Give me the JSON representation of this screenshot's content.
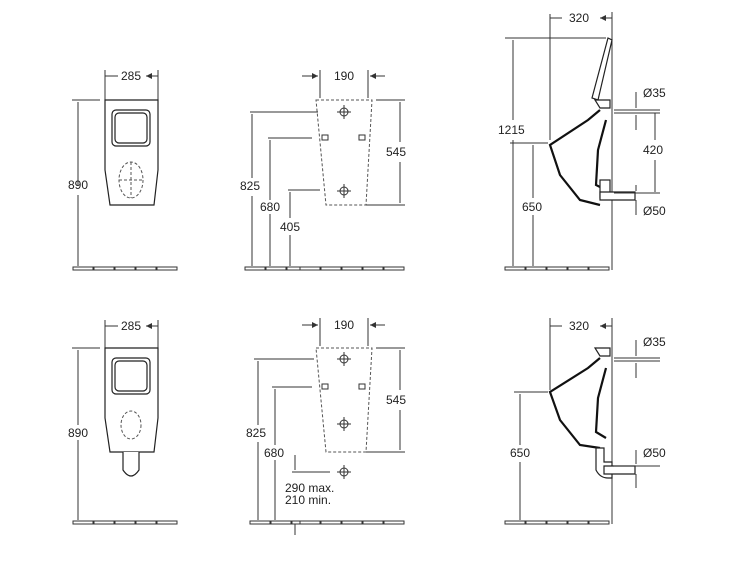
{
  "top_row": {
    "front_view": {
      "width": "285",
      "height": "890"
    },
    "mounting_view": {
      "width": "190",
      "height": "545",
      "dim_a": "825",
      "dim_b": "680",
      "dim_c": "405"
    },
    "side_view": {
      "depth": "320",
      "total_height": "1215",
      "rim_height": "650",
      "inlet": "Ø35",
      "spacing": "420",
      "outlet": "Ø50"
    }
  },
  "bottom_row": {
    "front_view": {
      "width": "285",
      "height": "890"
    },
    "mounting_view": {
      "width": "190",
      "height": "545",
      "dim_a": "825",
      "dim_b": "680",
      "outlet_max": "290 max.",
      "outlet_min": "210 min."
    },
    "side_view": {
      "depth": "320",
      "rim_height": "650",
      "inlet": "Ø35",
      "outlet": "Ø50"
    }
  }
}
